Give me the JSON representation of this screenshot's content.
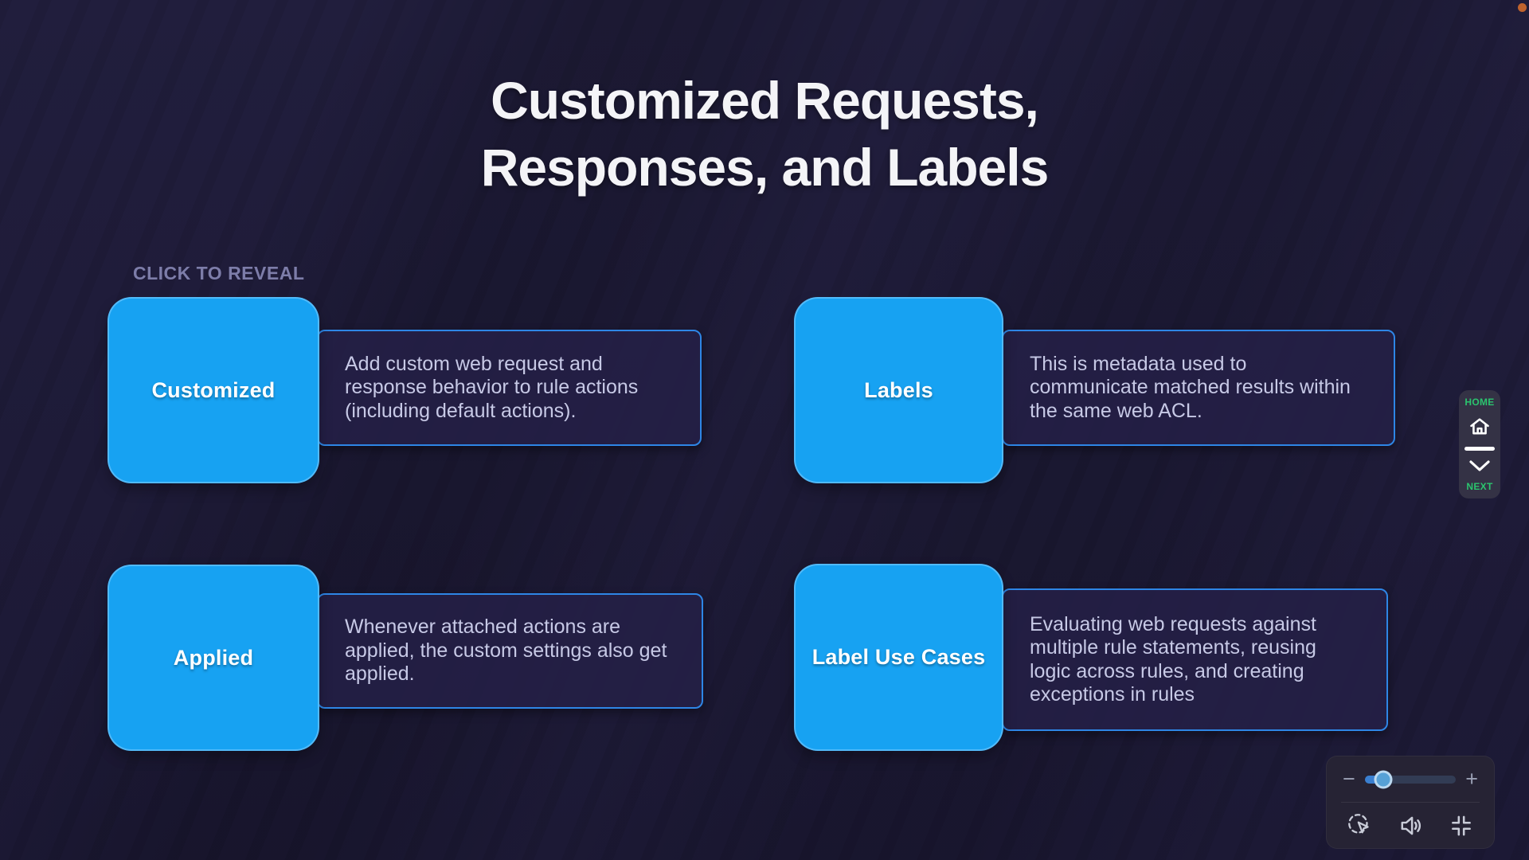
{
  "header": {
    "title_line1": "Customized Requests,",
    "title_line2": "Responses, and Labels"
  },
  "reveal": {
    "instruction": "CLICK TO REVEAL",
    "cards": [
      {
        "label": "Customized",
        "description": "Add custom web request and response behavior to rule actions (including default actions)."
      },
      {
        "label": "Labels",
        "description": "This is metadata used to communicate matched results within the same web ACL."
      },
      {
        "label": "Applied",
        "description": "Whenever attached actions are applied, the custom settings also get applied."
      },
      {
        "label": "Label Use Cases",
        "description": "Evaluating web requests against multiple rule statements, reusing logic across rules, and creating exceptions in rules"
      }
    ]
  },
  "side_nav": {
    "home_label": "HOME",
    "next_label": "NEXT",
    "icons": [
      "home-icon",
      "chevron-down-icon"
    ]
  },
  "player": {
    "minus_label": "−",
    "plus_label": "+",
    "slider_value_pct": 20,
    "icons": [
      "cursor-mode-icon",
      "volume-icon",
      "compress-icon"
    ]
  },
  "colors": {
    "background": "#1e1b38",
    "card_blue": "#17a2f2",
    "desc_border_blue": "#2e86e6",
    "accent_green": "#2bc46e",
    "slider_fill_blue": "#3a7fd0",
    "recording_dot_orange": "#c0632d"
  }
}
